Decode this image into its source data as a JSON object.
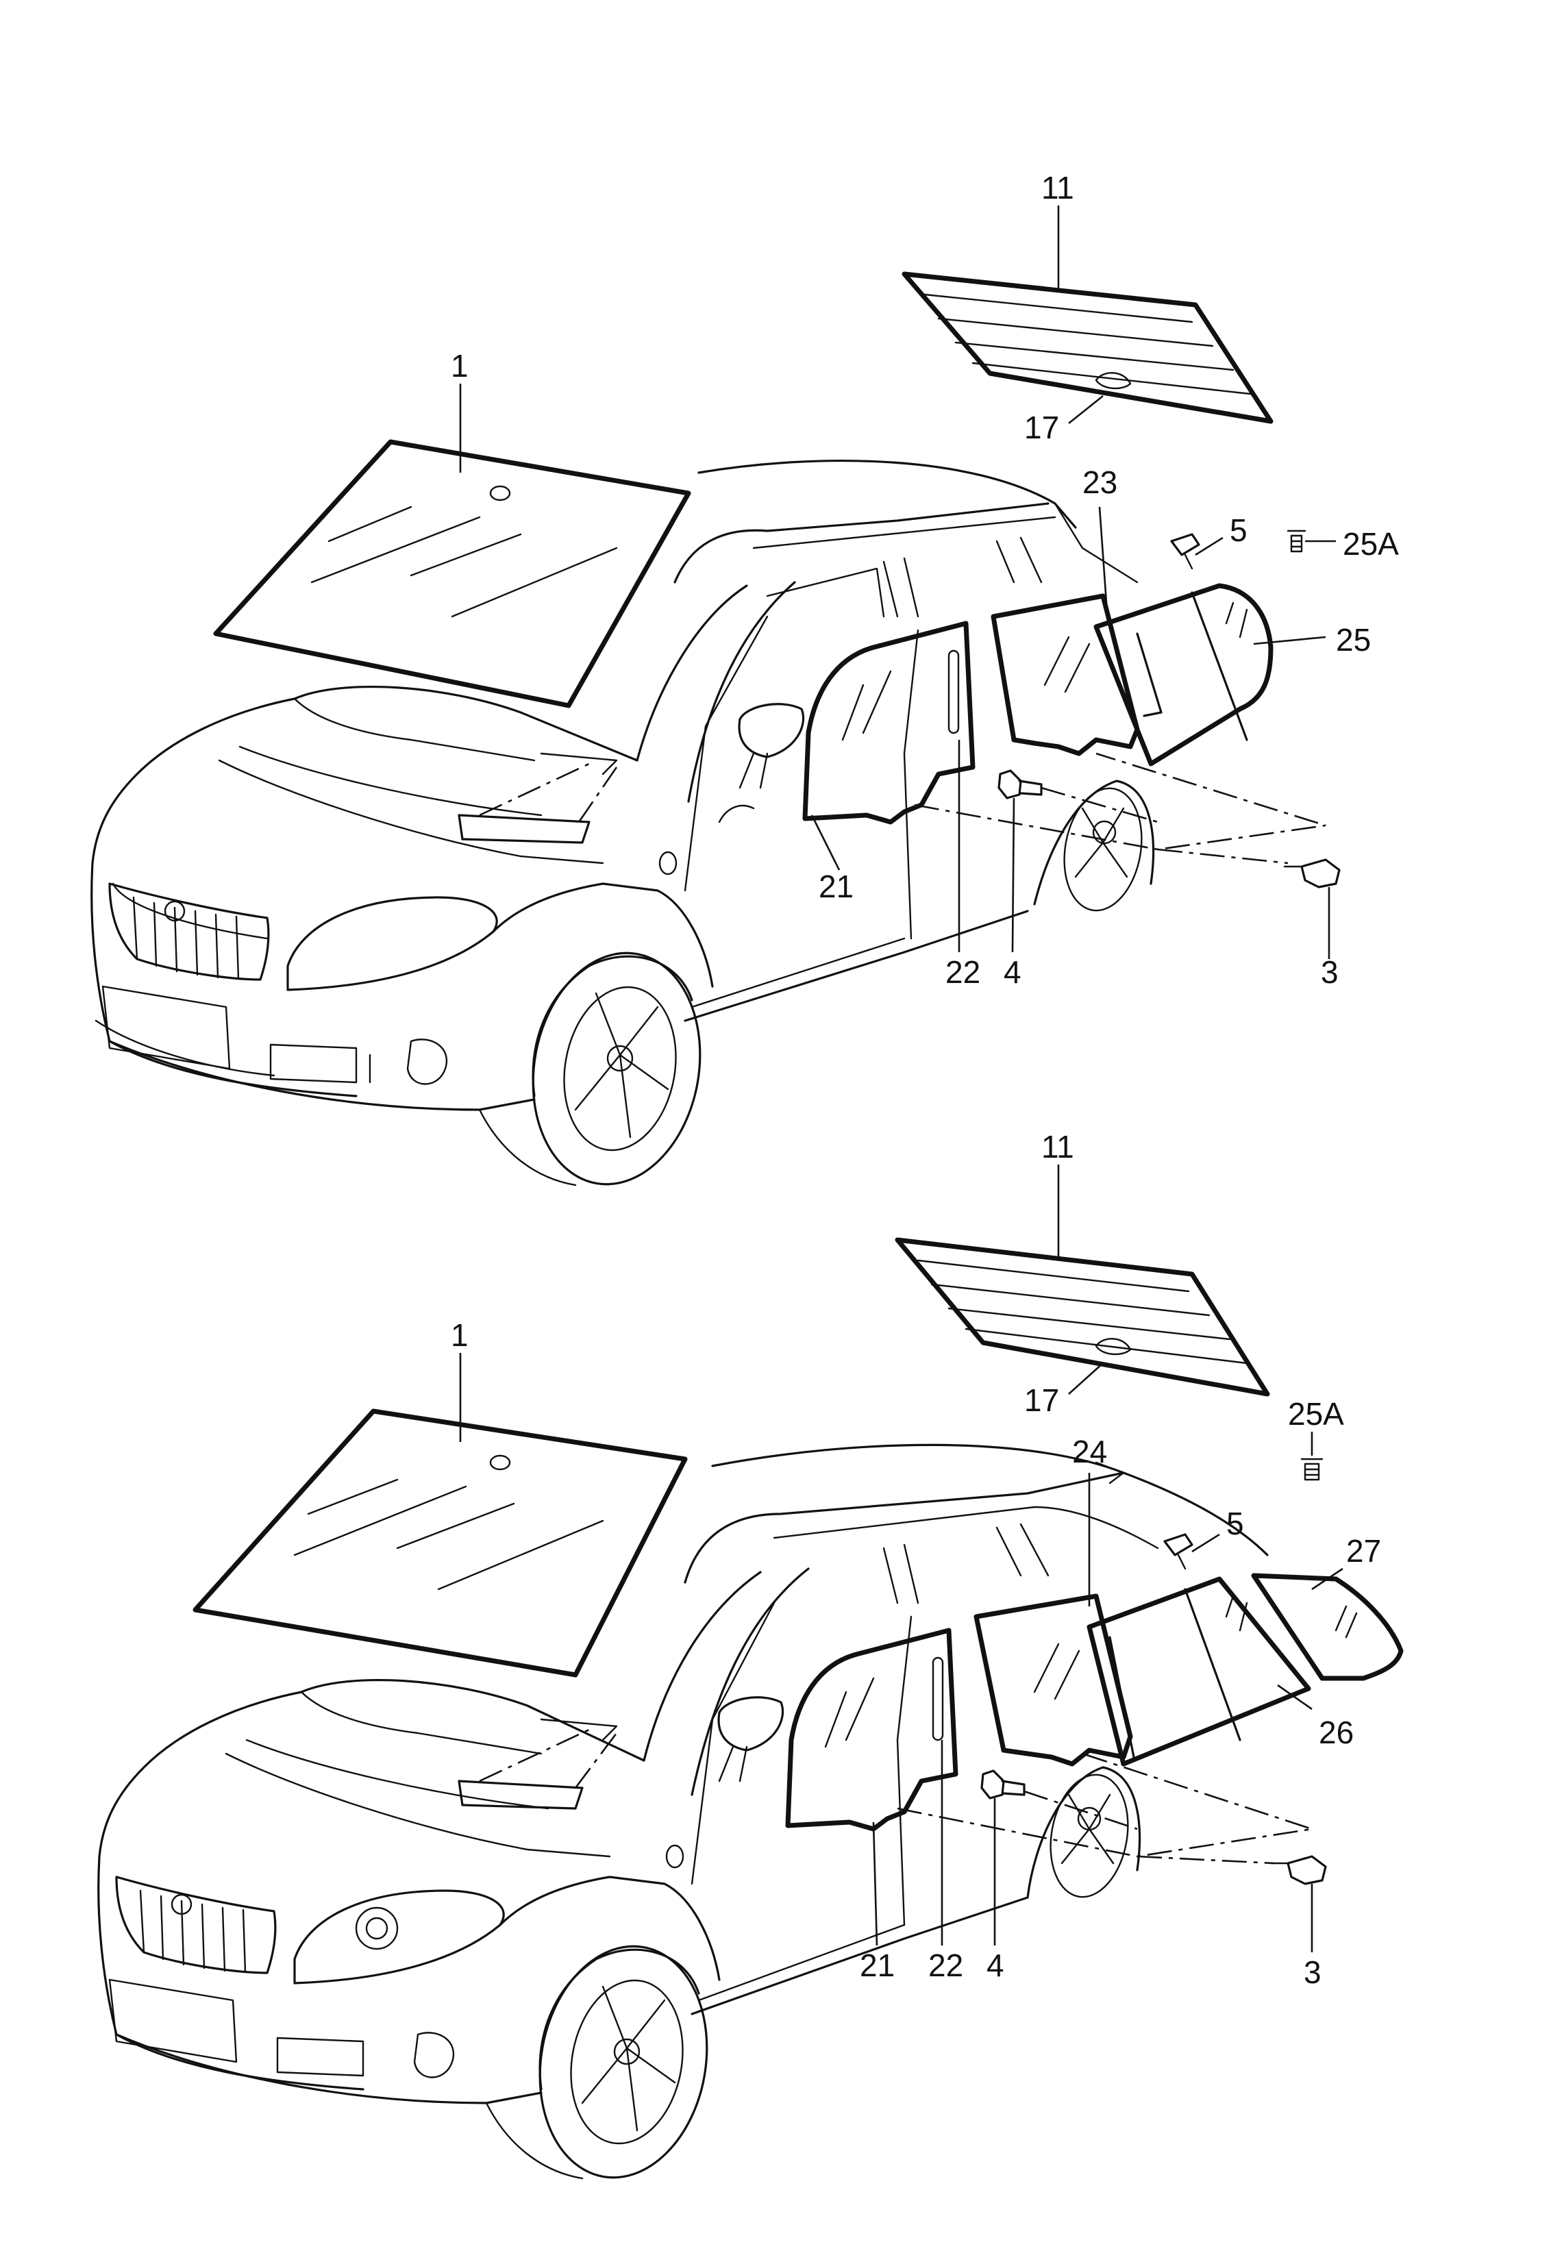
{
  "callouts": {
    "top": {
      "p1": "1",
      "p11": "11",
      "p17": "17",
      "p23": "23",
      "p5": "5",
      "p25A": "25A",
      "p25": "25",
      "p21": "21",
      "p22": "22",
      "p4": "4",
      "p3": "3"
    },
    "bottom": {
      "p1": "1",
      "p11": "11",
      "p17": "17",
      "p24": "24",
      "p25A": "25A",
      "p5": "5",
      "p27": "27",
      "p26": "26",
      "p21": "21",
      "p22": "22",
      "p4": "4",
      "p3": "3"
    }
  },
  "icons": [
    "windshield-glass",
    "rear-window-glass",
    "door-glass",
    "quarter-glass",
    "washer-nozzle",
    "clip",
    "stud",
    "grommet",
    "fastener-symbol"
  ]
}
